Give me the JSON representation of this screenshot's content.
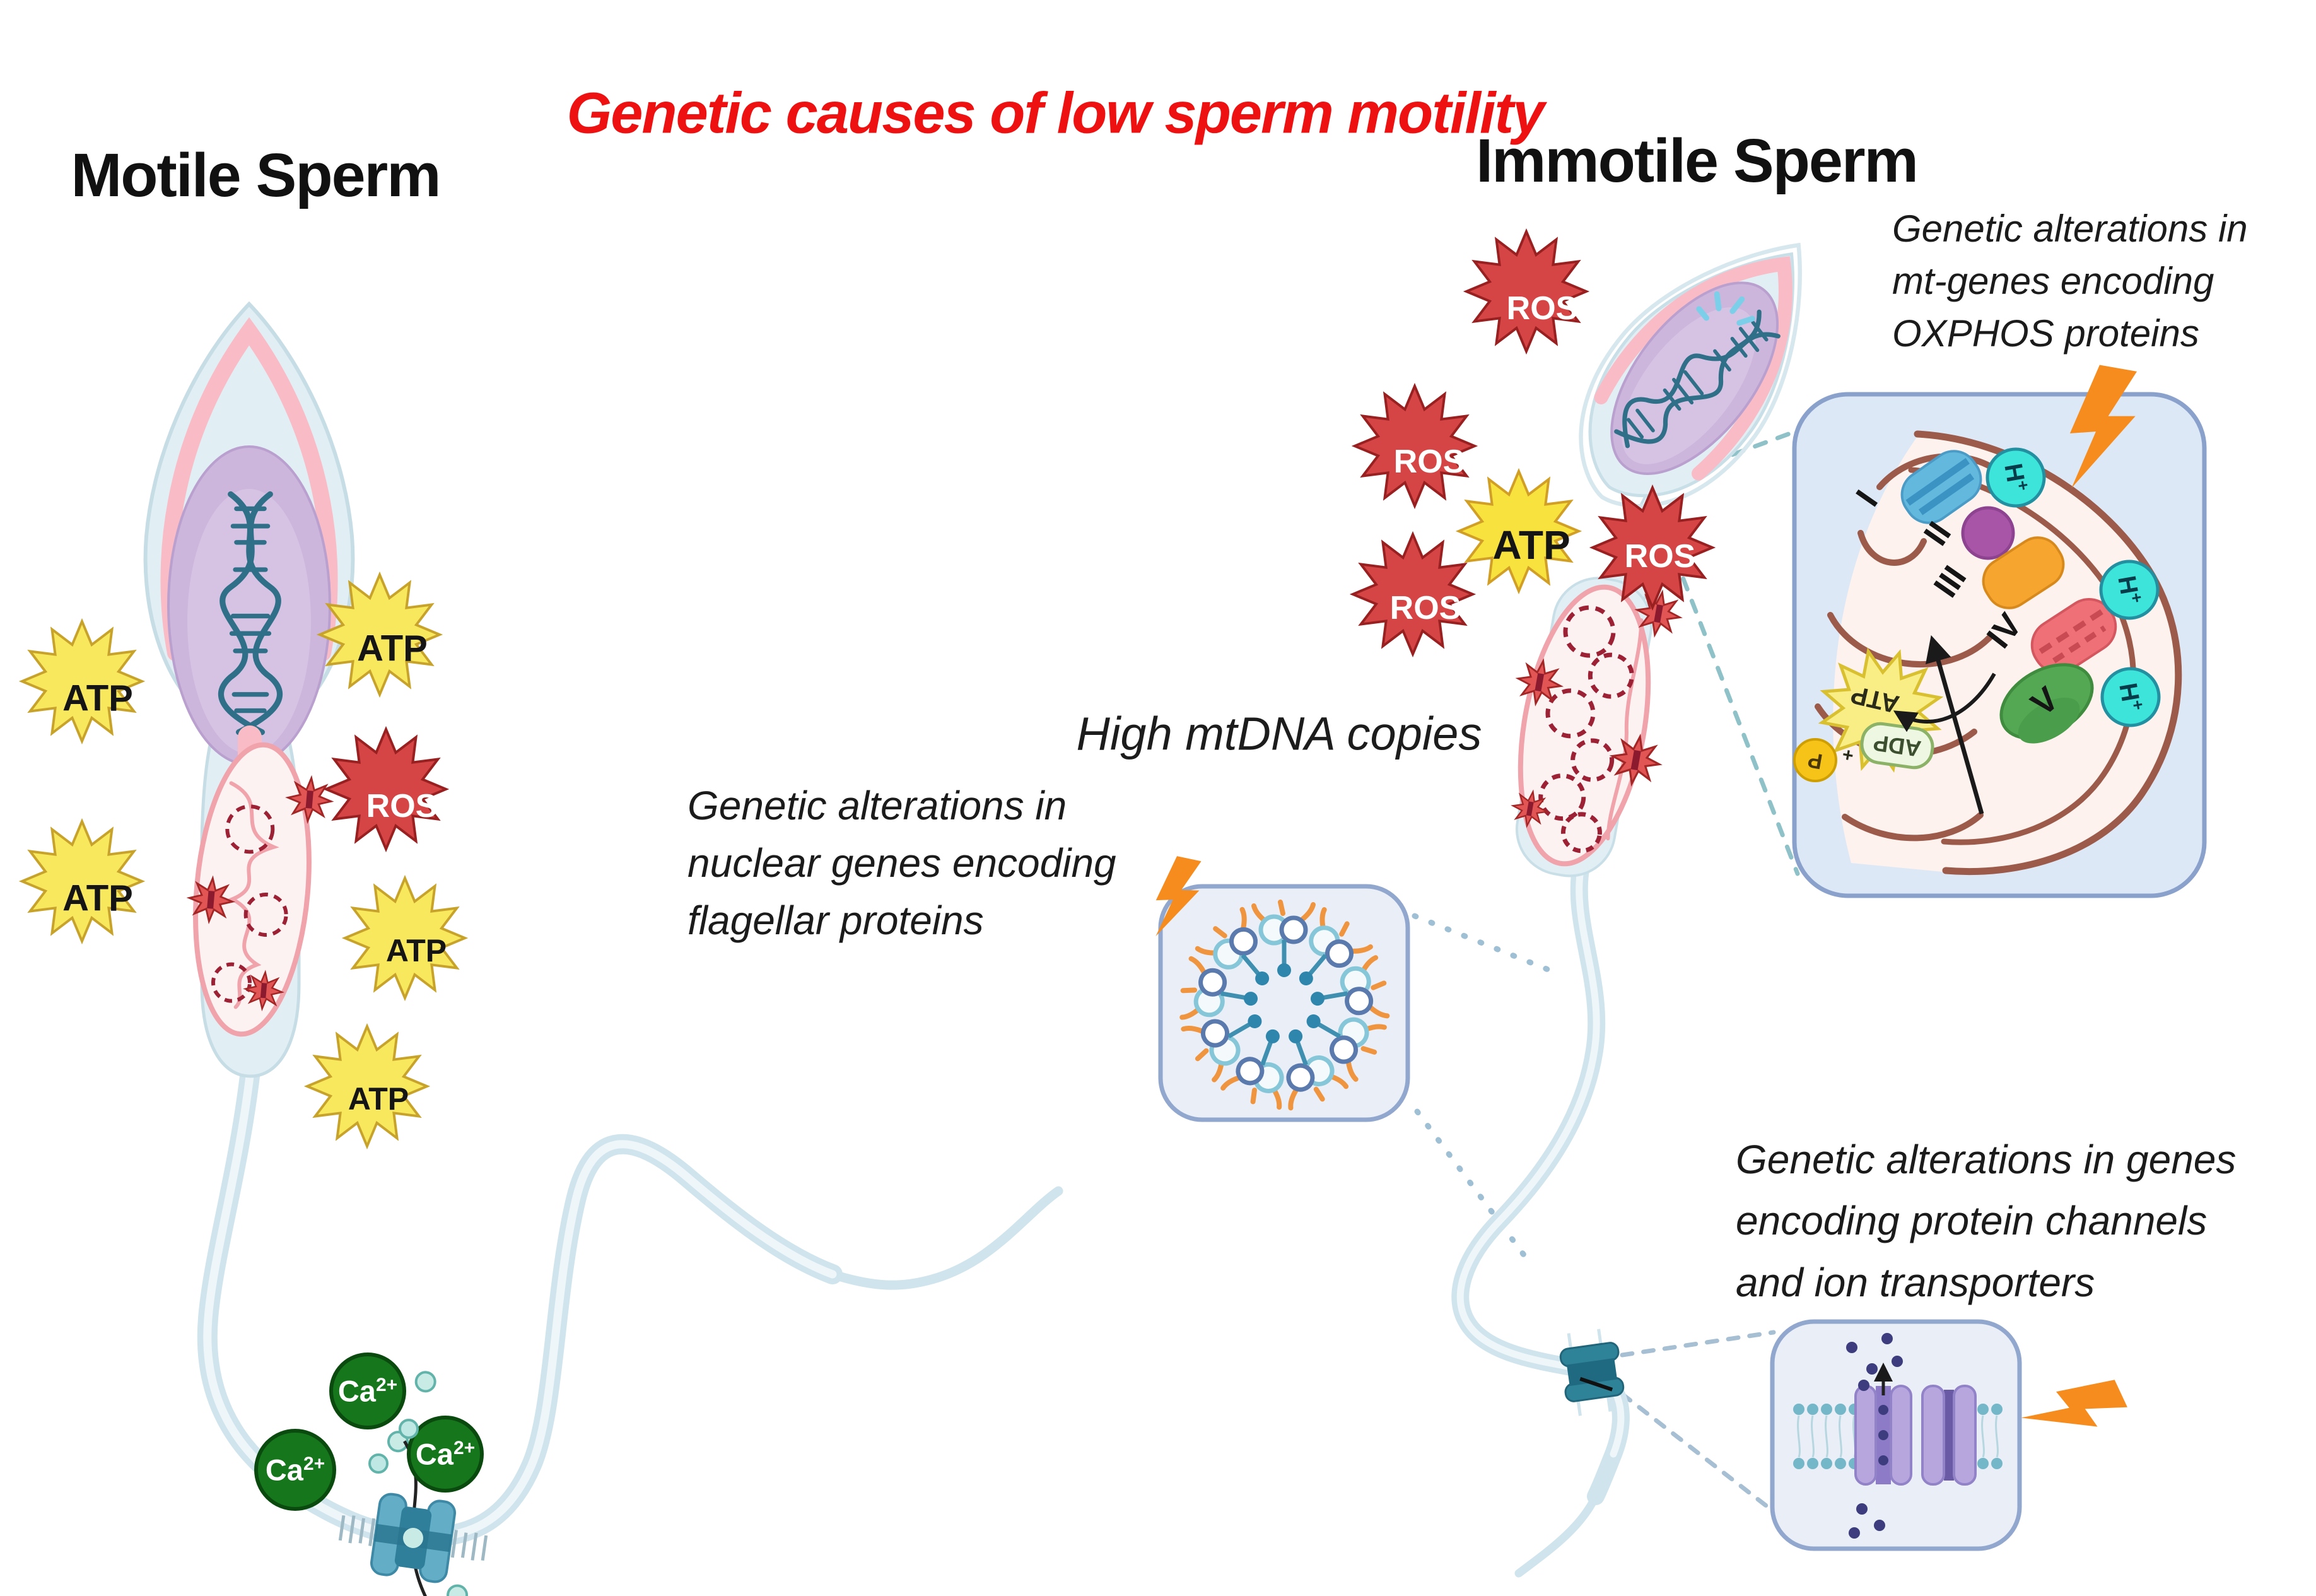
{
  "title": "Genetic causes of low sperm motility",
  "headings": {
    "motile": "Motile Sperm",
    "immotile": "Immotile Sperm"
  },
  "labels": {
    "atp": "ATP",
    "ros": "ROS",
    "ca_base": "Ca",
    "ca_sup": "2+",
    "h_base": "H",
    "h_sup": "+",
    "adp": "ADP",
    "p": "P",
    "plus": "+"
  },
  "oxphos": {
    "complexes": [
      "I",
      "II",
      "III",
      "IV",
      "V"
    ]
  },
  "annotations": {
    "nuclear_line1": "Genetic alterations in",
    "nuclear_line2": "nuclear genes encoding",
    "nuclear_line3": "flagellar proteins",
    "mt_line1": "Genetic alterations in",
    "mt_line2": "mt-genes encoding",
    "mt_line3": "OXPHOS proteins",
    "channels_line1": "Genetic alterations in genes",
    "channels_line2": "encoding protein channels",
    "channels_line3": "and ion transporters",
    "mtdna": "High mtDNA copies"
  },
  "colors": {
    "title_red": "#ee1111",
    "atp_yellow": "#f8e85e",
    "ros_red": "#d64545",
    "calcium_green": "#15761c",
    "proton_cyan": "#3ce4da",
    "bolt_orange": "#f68c1e",
    "sperm_body": "#e1eff4",
    "nucleus_purple": "#ccb6dc",
    "acrosome_pink": "#f9bcc6",
    "mito_pink": "#f0a3ab",
    "inset_blue": "#dde8f6"
  }
}
